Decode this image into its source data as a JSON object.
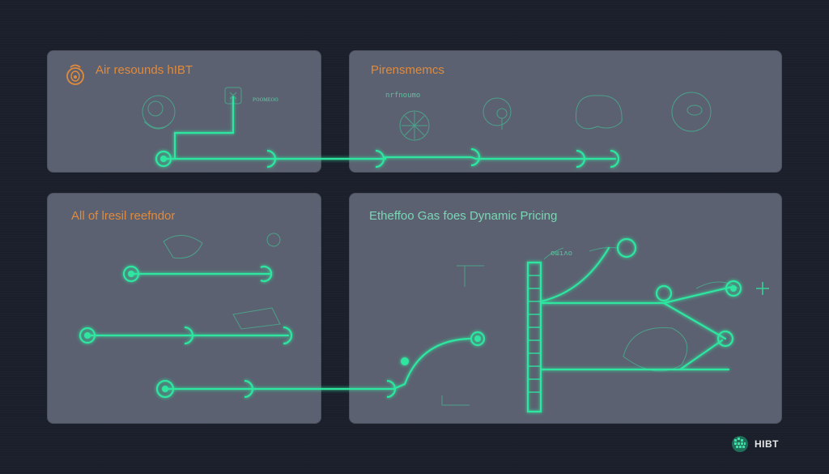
{
  "panels": {
    "top_left": {
      "title": "Air resounds hIBT",
      "scribble": "ᴘᴏᴏᴍᴇᴏᴏ"
    },
    "top_right": {
      "title": "Pirensmemcs",
      "scribble": "nrfnoumo"
    },
    "bottom_left": {
      "title": "All of lresil reefndor"
    },
    "bottom_right": {
      "title": "Etheffoo Gas foes Dynamic Pricing",
      "scribble": "oɯıʌo"
    }
  },
  "brand": {
    "name": "HIBT"
  },
  "colors": {
    "background": "#1a1f2b",
    "panel": "#5b6170",
    "accent_green": "#2ee6a0",
    "title_orange": "#e08a3c",
    "title_mint": "#7ad6b5"
  },
  "icons": [
    "lantern-icon",
    "globe-logo-icon"
  ]
}
